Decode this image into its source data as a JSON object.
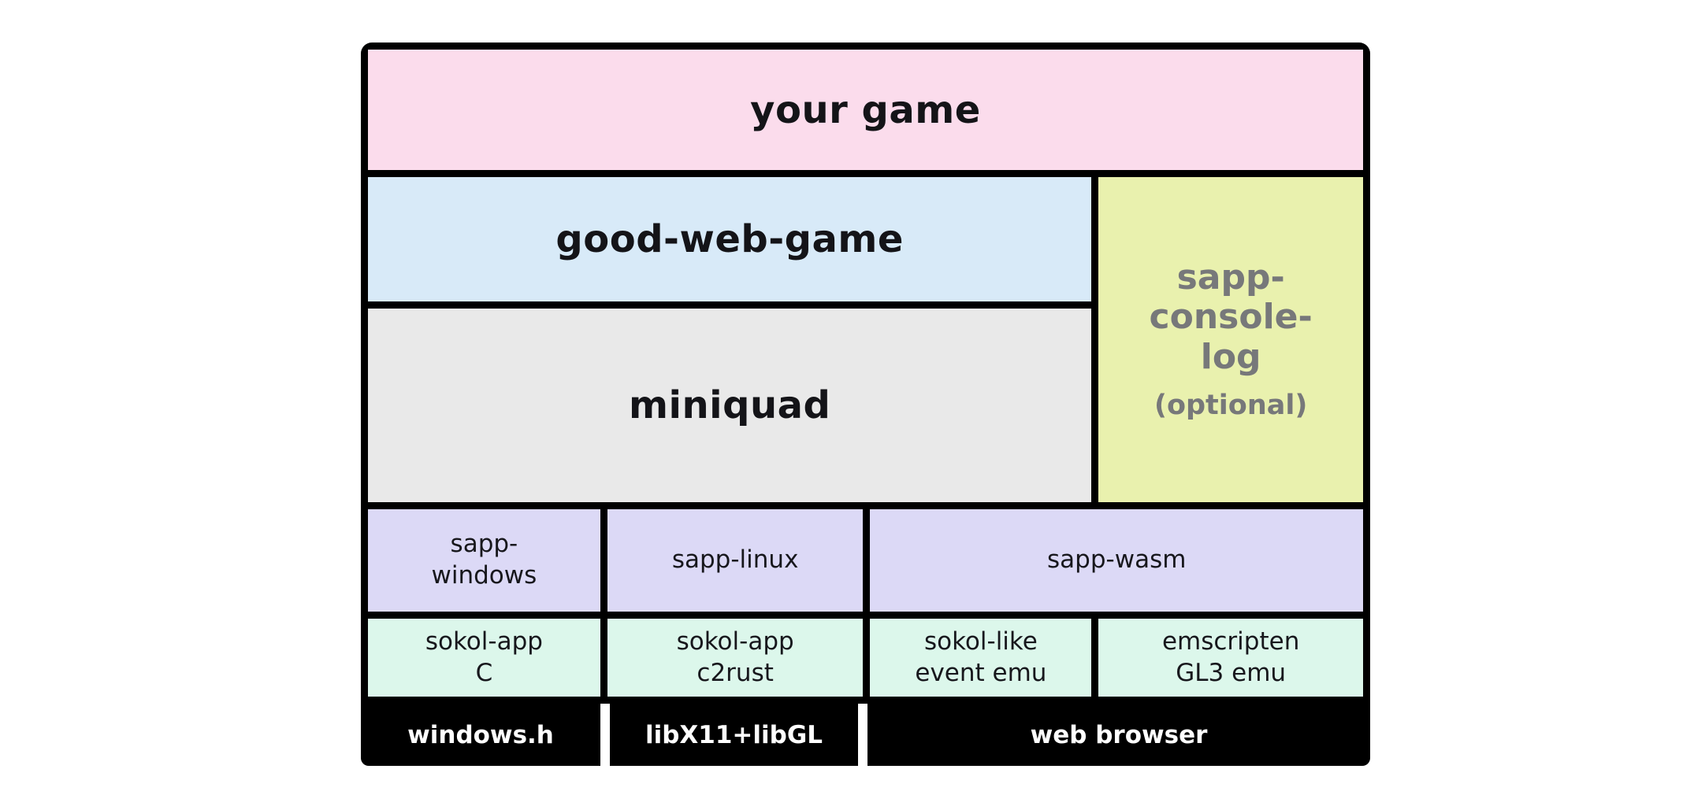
{
  "diagram": {
    "description": "good-web-game / miniquad architecture stack diagram",
    "colors": {
      "canvas_background": "#ffffff",
      "border_black": "#000000",
      "pink": "#fbdcec",
      "blue": "#d8eaf8",
      "gray": "#e9e9e9",
      "yellow_green": "#e9f1ae",
      "lavender": "#dcd9f6",
      "mint": "#dcf7eb",
      "muted_gray_text": "#77787a",
      "dark_text": "#141418",
      "white_text": "#ffffff"
    },
    "cells": {
      "your_game": {
        "label": "your game",
        "bg": "#fbdcec",
        "text_color": "#141418"
      },
      "good_web_game": {
        "label": "good-web-game",
        "bg": "#d8eaf8",
        "text_color": "#141418"
      },
      "miniquad": {
        "label": "miniquad",
        "bg": "#e9e9e9",
        "text_color": "#141418"
      },
      "sapp_console_log": {
        "label": "sapp-\nconsole-\nlog",
        "sublabel": "(optional)",
        "bg": "#e9f1ae",
        "text_color": "#77787a"
      },
      "sapp_windows": {
        "label": "sapp-\nwindows",
        "bg": "#dcd9f6",
        "text_color": "#17171c"
      },
      "sapp_linux": {
        "label": "sapp-linux",
        "bg": "#dcd9f6",
        "text_color": "#17171c"
      },
      "sapp_wasm": {
        "label": "sapp-wasm",
        "bg": "#dcd9f6",
        "text_color": "#17171c"
      },
      "sokol_app_c": {
        "label": "sokol-app\nC",
        "bg": "#dcf7eb",
        "text_color": "#17171c"
      },
      "sokol_app_c2rust": {
        "label": "sokol-app\nc2rust",
        "bg": "#dcf7eb",
        "text_color": "#17171c"
      },
      "sokol_like_event_emu": {
        "label": "sokol-like\nevent emu",
        "bg": "#dcf7eb",
        "text_color": "#17171c"
      },
      "emscripten_gl3_emu": {
        "label": "emscripten\nGL3 emu",
        "bg": "#dcf7eb",
        "text_color": "#17171c"
      },
      "windows_h": {
        "label": "windows.h",
        "bg": "#000000",
        "text_color": "#ffffff"
      },
      "libx11_libgl": {
        "label": "libX11+libGL",
        "bg": "#000000",
        "text_color": "#ffffff"
      },
      "web_browser": {
        "label": "web browser",
        "bg": "#000000",
        "text_color": "#ffffff"
      }
    }
  }
}
